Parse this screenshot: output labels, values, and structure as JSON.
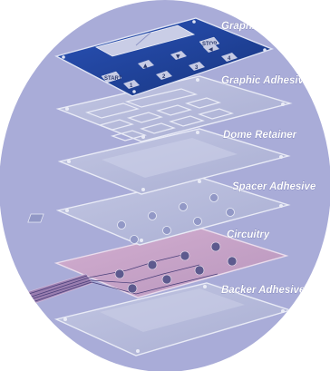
{
  "labels": {
    "graphic": "Graphic",
    "graphic_adhesive": "Graphic Adhesive",
    "dome_retainer": "Dome Retainer",
    "spacer_adhesive": "Spacer Adhesive",
    "circuitry": "Circuitry",
    "backer_adhesive": "Backer Adhesive"
  },
  "keys": {
    "start": "START",
    "stop": "STOP",
    "k1": "1",
    "k2": "2",
    "k3": "3",
    "k4": "4"
  },
  "colors": {
    "circle": "#a9acd8",
    "overlay": "#1f3f9a",
    "key_fill": "#c6cbe4",
    "sheet": "#b8bdd9",
    "circuit_sheet": "#c7a4c3",
    "label_text": "#ffffff"
  }
}
